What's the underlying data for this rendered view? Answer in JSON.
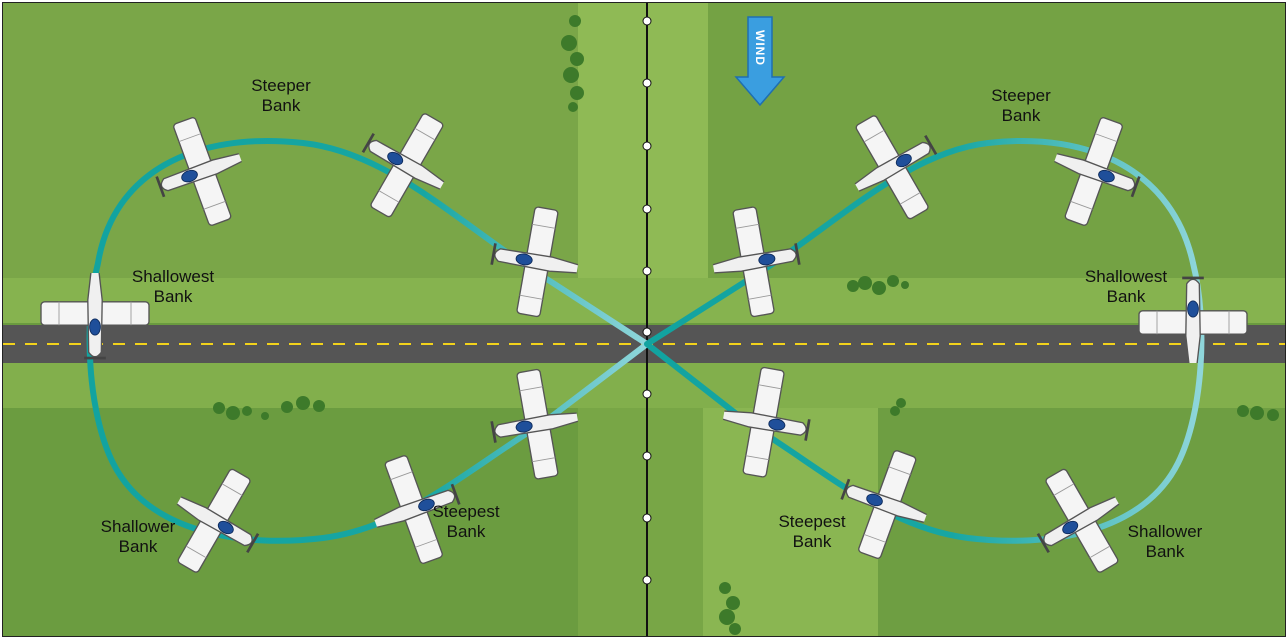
{
  "labels": {
    "left_top": [
      "Steeper",
      "Bank"
    ],
    "left_mid": [
      "Shallowest",
      "Bank"
    ],
    "left_bottom_outer": [
      "Shallower",
      "Bank"
    ],
    "left_bottom_inner": [
      "Steepest",
      "Bank"
    ],
    "right_top": [
      "Steeper",
      "Bank"
    ],
    "right_mid": [
      "Shallowest",
      "Bank"
    ],
    "right_bottom_inner": [
      "Steepest",
      "Bank"
    ],
    "right_bottom_outer": [
      "Shallower",
      "Bank"
    ]
  },
  "wind": {
    "label": "WIND",
    "direction": "down-arrow-icon"
  },
  "colors": {
    "path_dark": "#12a3a0",
    "path_light": "#7fd3d8",
    "field_light": "#8fba55",
    "field_dark": "#6a9b3f",
    "runway": "#555555",
    "runway_centerline": "#f2d21b",
    "wind_arrow": "#3a9ee0"
  }
}
